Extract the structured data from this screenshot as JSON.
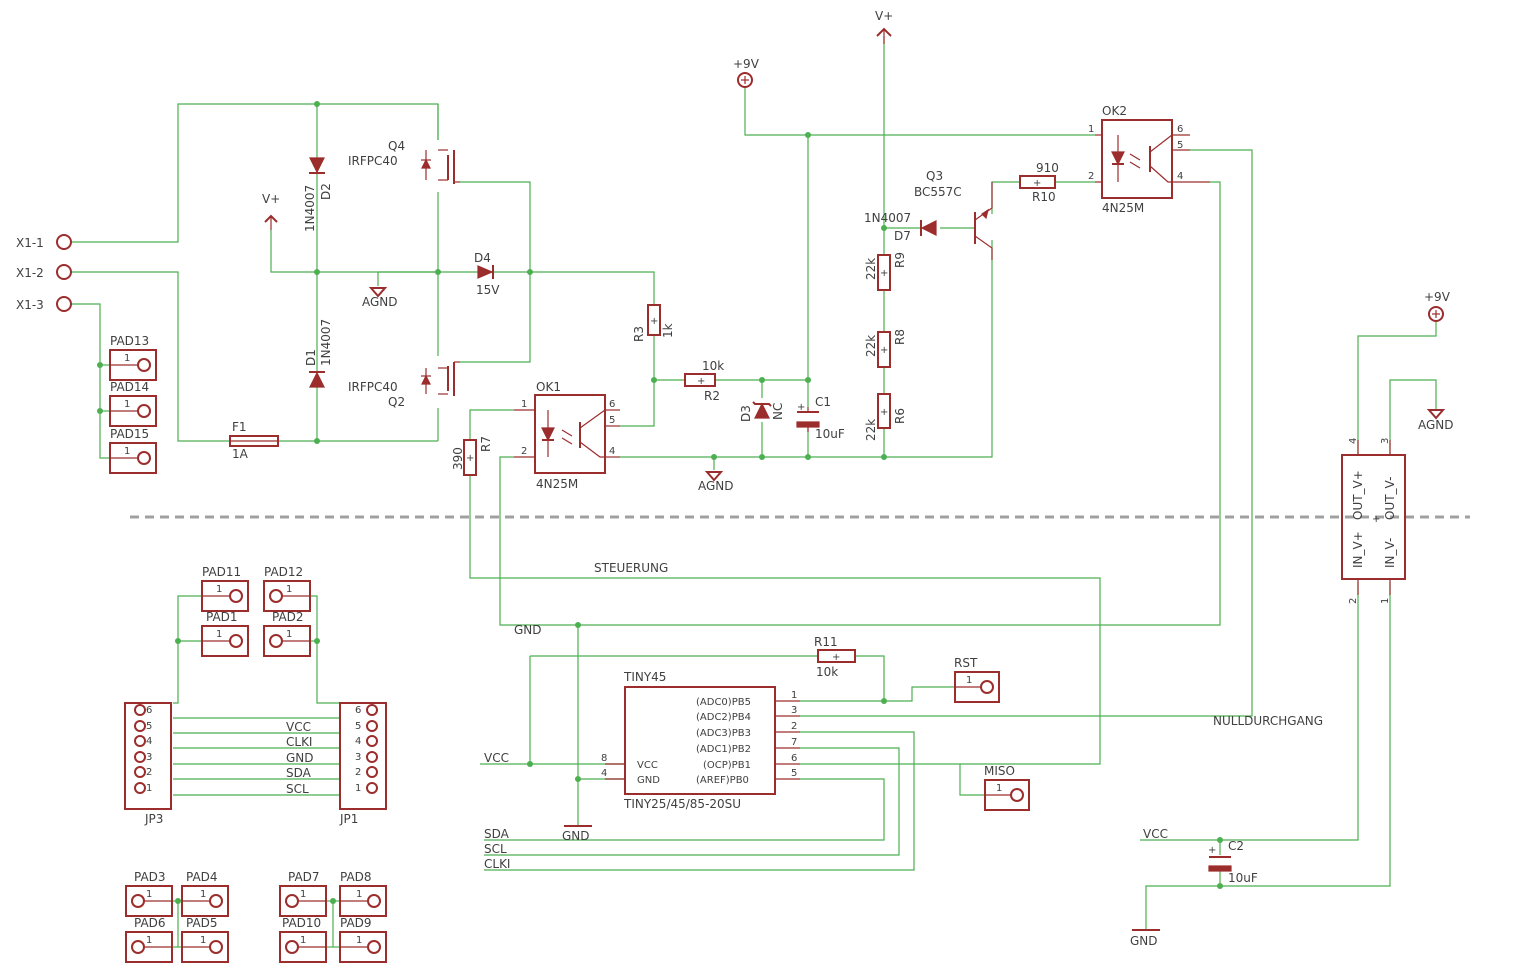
{
  "colors": {
    "wire": "#4caf50",
    "part": "#9c2d2d",
    "text": "#404040",
    "divider": "#a0a0a0"
  },
  "connector_x1": {
    "pin1": "X1-1",
    "pin2": "X1-2",
    "pin3": "X1-3"
  },
  "fuse": {
    "name": "F1",
    "value": "1A"
  },
  "diodes": {
    "d1": {
      "name": "D1",
      "value": "1N4007"
    },
    "d2": {
      "name": "D2",
      "value": "1N4007"
    },
    "d4": {
      "name": "D4",
      "value": "15V"
    },
    "d3": {
      "name": "D3",
      "value": "NC"
    },
    "d7": {
      "name": "D7",
      "value": "1N4007"
    }
  },
  "mosfets": {
    "q4": {
      "name": "Q4",
      "value": "IRFPC40"
    },
    "q2": {
      "name": "Q2",
      "value": "IRFPC40"
    }
  },
  "transistor_q3": {
    "name": "Q3",
    "value": "BC557C"
  },
  "resistors": {
    "r3": {
      "name": "R3",
      "value": "1k"
    },
    "r2": {
      "name": "R2",
      "value": "10k"
    },
    "r7": {
      "name": "R7",
      "value": "390"
    },
    "r9": {
      "name": "R9",
      "value": "22k"
    },
    "r8": {
      "name": "R8",
      "value": "22k"
    },
    "r6": {
      "name": "R6",
      "value": "22k"
    },
    "r10": {
      "name": "R10",
      "value": "910"
    },
    "r11": {
      "name": "R11",
      "value": "10k"
    }
  },
  "capacitors": {
    "c1": {
      "name": "C1",
      "value": "10uF"
    },
    "c2": {
      "name": "C2",
      "value": "10uF"
    }
  },
  "optocouplers": {
    "ok1": {
      "name": "OK1",
      "value": "4N25M"
    },
    "ok2": {
      "name": "OK2",
      "value": "4N25M"
    },
    "pins": {
      "p1": "1",
      "p2": "2",
      "p4": "4",
      "p5": "5",
      "p6": "6"
    }
  },
  "supplies": {
    "vplus": "V+",
    "plus9v": "+9V",
    "agnd": "AGND",
    "gnd": "GND",
    "vcc": "VCC"
  },
  "pads": {
    "pad1": "PAD1",
    "pad2": "PAD2",
    "pad3": "PAD3",
    "pad4": "PAD4",
    "pad5": "PAD5",
    "pad6": "PAD6",
    "pad7": "PAD7",
    "pad8": "PAD8",
    "pad9": "PAD9",
    "pad10": "PAD10",
    "pad11": "PAD11",
    "pad12": "PAD12",
    "pad13": "PAD13",
    "pad14": "PAD14",
    "pad15": "PAD15",
    "rst": "RST",
    "miso": "MISO",
    "pin_no": "1"
  },
  "headers": {
    "jp3": "JP3",
    "jp1": "JP1",
    "pins": [
      "6",
      "5",
      "4",
      "3",
      "2",
      "1"
    ],
    "signals": [
      "VCC",
      "CLKI",
      "GND",
      "SDA",
      "SCL"
    ]
  },
  "mcu": {
    "name": "TINY45",
    "value": "TINY25/45/85-20SU",
    "left_pins": [
      {
        "num": "8",
        "label": "VCC"
      },
      {
        "num": "4",
        "label": "GND"
      }
    ],
    "right_pins": [
      {
        "num": "1",
        "label": "(ADC0)PB5"
      },
      {
        "num": "3",
        "label": "(ADC2)PB4"
      },
      {
        "num": "2",
        "label": "(ADC3)PB3"
      },
      {
        "num": "7",
        "label": "(ADC1)PB2"
      },
      {
        "num": "6",
        "label": "(OCP)PB1"
      },
      {
        "num": "5",
        "label": "(AREF)PB0"
      }
    ]
  },
  "nets": {
    "steuerung": "STEUERUNG",
    "nulldurchgang": "NULLDURCHGANG",
    "sda": "SDA",
    "scl": "SCL",
    "clki": "CLKI"
  },
  "dcdc": {
    "in_plus": "IN_V+",
    "in_minus": "IN_V-",
    "out_plus": "OUT_V+",
    "out_minus": "OUT_V-",
    "p1": "1",
    "p2": "2",
    "p3": "3",
    "p4": "4"
  }
}
